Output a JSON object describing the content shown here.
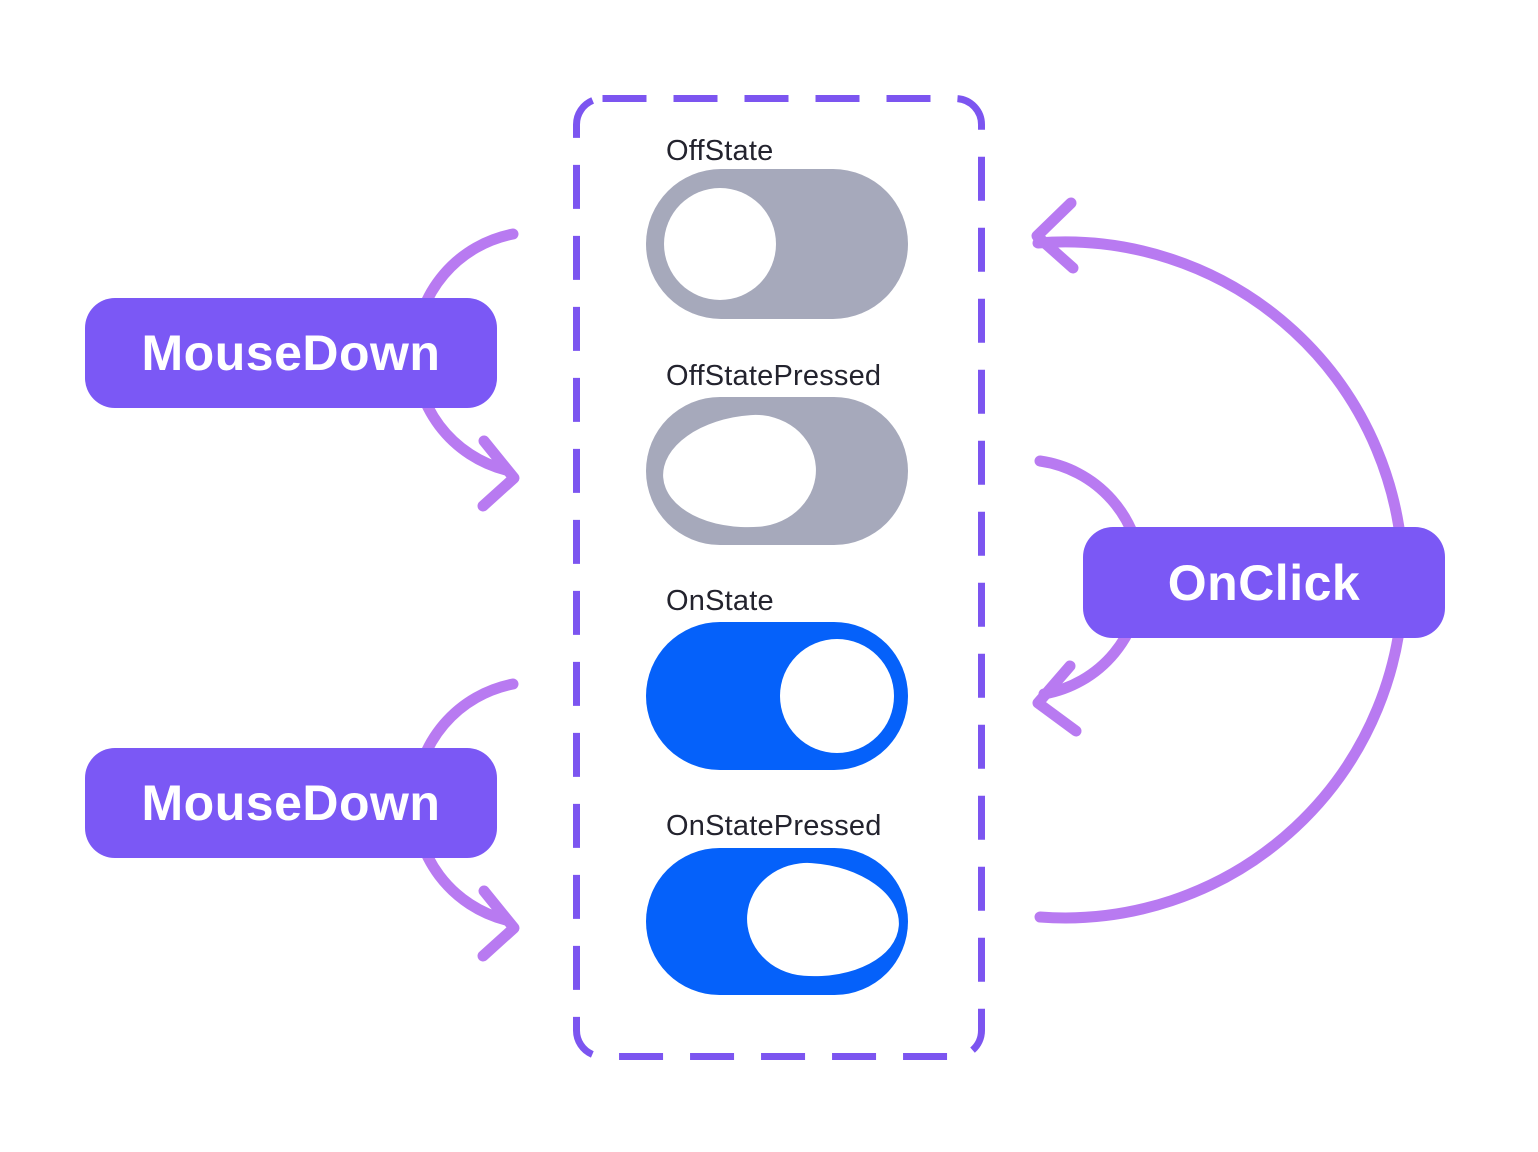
{
  "diagram": {
    "title": "toggle-switch state transition diagram",
    "states_panel": {
      "states": [
        {
          "label": "OffState",
          "toggle": "off",
          "knob_side": "left",
          "knob_shape": "circle"
        },
        {
          "label": "OffStatePressed",
          "toggle": "off",
          "knob_side": "left",
          "knob_shape": "pressed-egg"
        },
        {
          "label": "OnState",
          "toggle": "on",
          "knob_side": "right",
          "knob_shape": "circle"
        },
        {
          "label": "OnStatePressed",
          "toggle": "on",
          "knob_side": "right",
          "knob_shape": "pressed-egg"
        }
      ]
    },
    "events": {
      "mousedown_top": {
        "label": "MouseDown",
        "from": "OffState",
        "to": "OffStatePressed"
      },
      "mousedown_bottom": {
        "label": "MouseDown",
        "from": "OnState",
        "to": "OnStatePressed"
      },
      "onclick": {
        "label": "OnClick",
        "transitions": [
          "OffStatePressed -> OnState",
          "OnStatePressed -> OffState"
        ]
      }
    },
    "colors": {
      "event_badge": "#7B58F5",
      "badge_text": "#FFFFFF",
      "arrow": "#B87AF1",
      "panel_border": "#7C55F0",
      "toggle_off": "#A6A9BB",
      "toggle_on": "#0561FA",
      "knob": "#FFFFFF",
      "label_text": "#23232E",
      "background": "#FFFFFF"
    }
  }
}
